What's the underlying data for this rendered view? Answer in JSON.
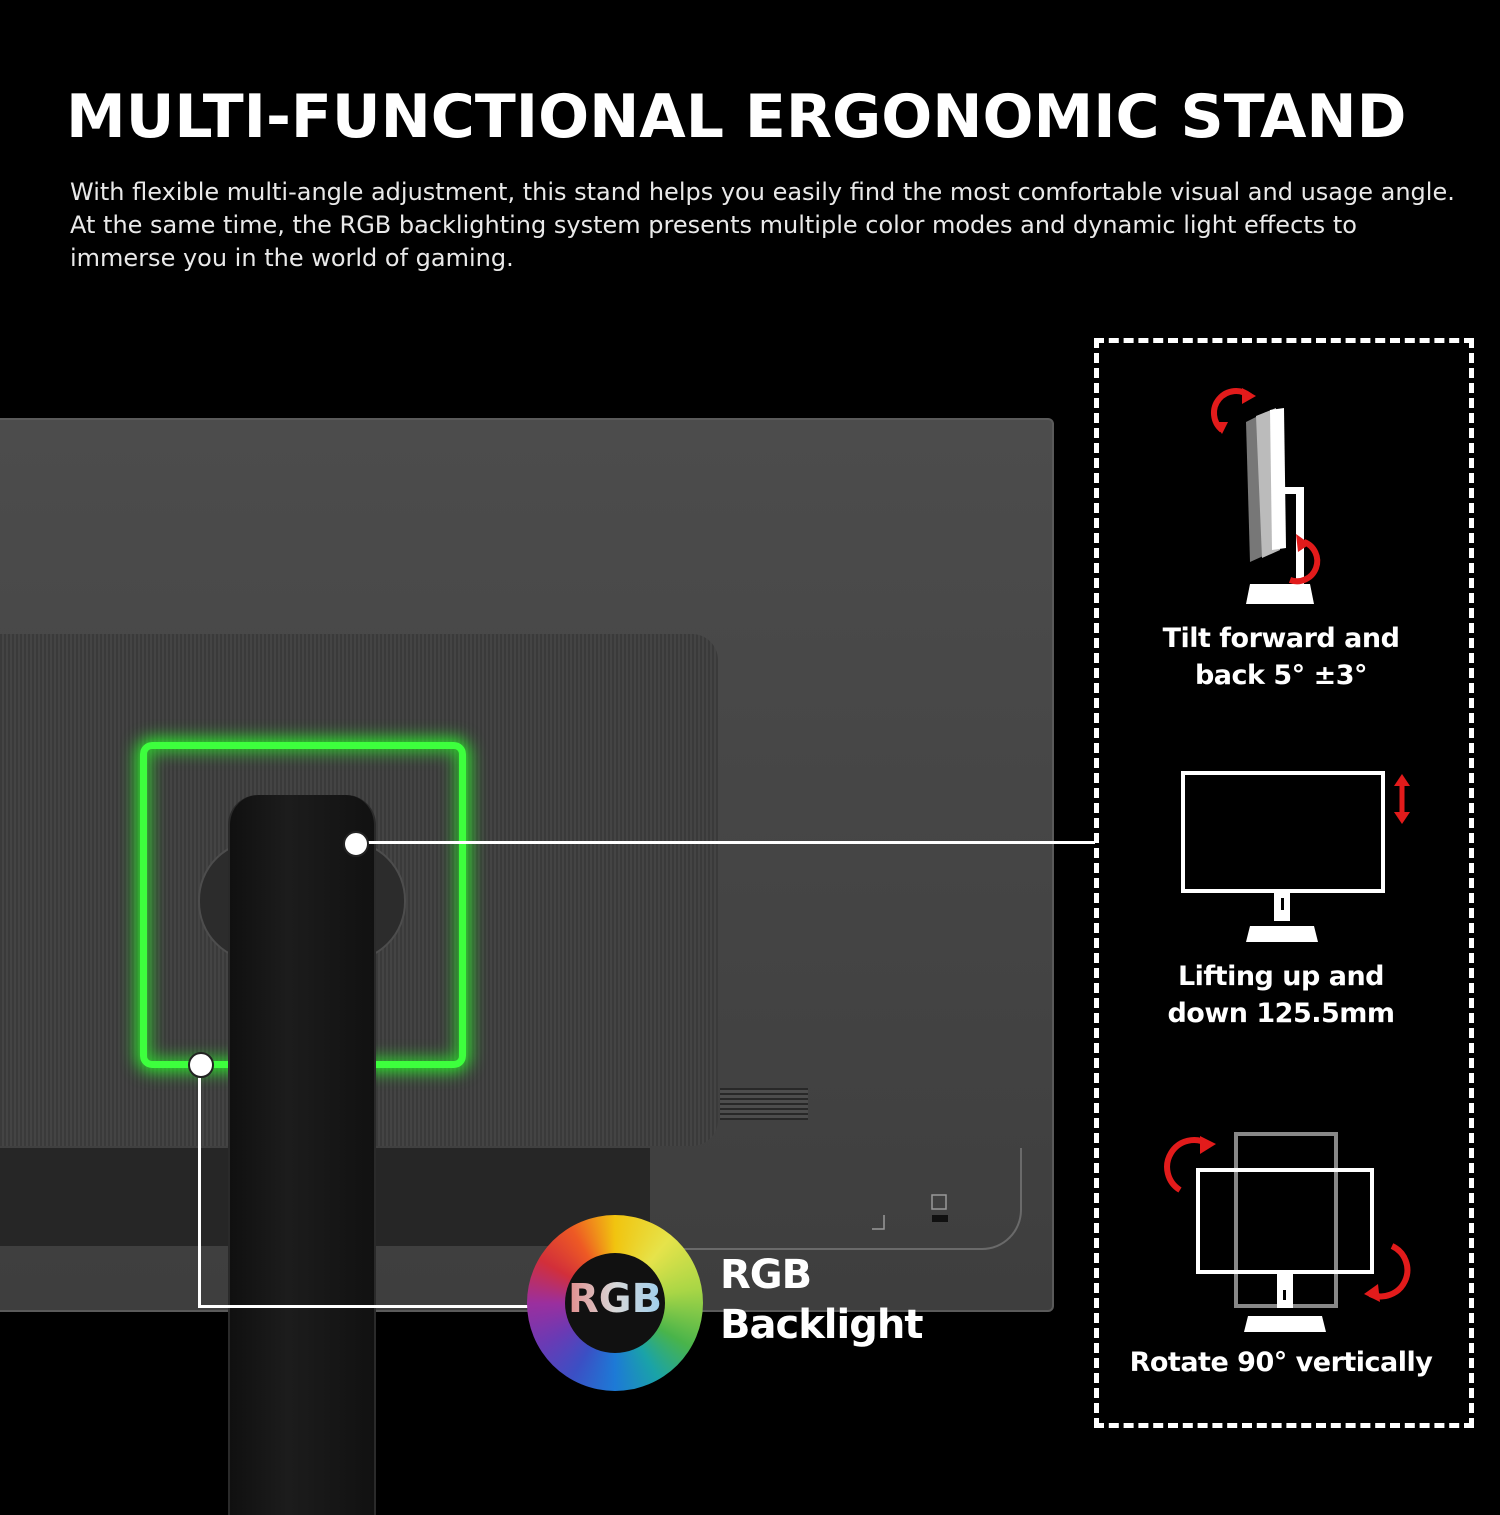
{
  "header": {
    "title": "MULTI-FUNCTIONAL ERGONOMIC STAND",
    "subtitle": "With flexible multi-angle adjustment, this stand helps you easily find the most comfortable visual and usage angle. At the same time, the RGB backlighting system presents multiple color modes and dynamic light effects to immerse you in the world of gaming."
  },
  "rgb": {
    "ring_label": "RGB",
    "title_line1": "RGB",
    "title_line2": "Backlight",
    "glow_color": "#3dff3d"
  },
  "features": [
    {
      "icon": "tilt-monitor-icon",
      "label_line1": "Tilt forward and",
      "label_line2": "back 5° ±3°"
    },
    {
      "icon": "lift-monitor-icon",
      "label_line1": "Lifting up and",
      "label_line2": "down 125.5mm"
    },
    {
      "icon": "rotate-monitor-icon",
      "label_line1": "Rotate 90° vertically",
      "label_line2": ""
    }
  ],
  "colors": {
    "background": "#000000",
    "accent_red": "#e21b1b",
    "rgb_glow": "#3dff3d"
  }
}
